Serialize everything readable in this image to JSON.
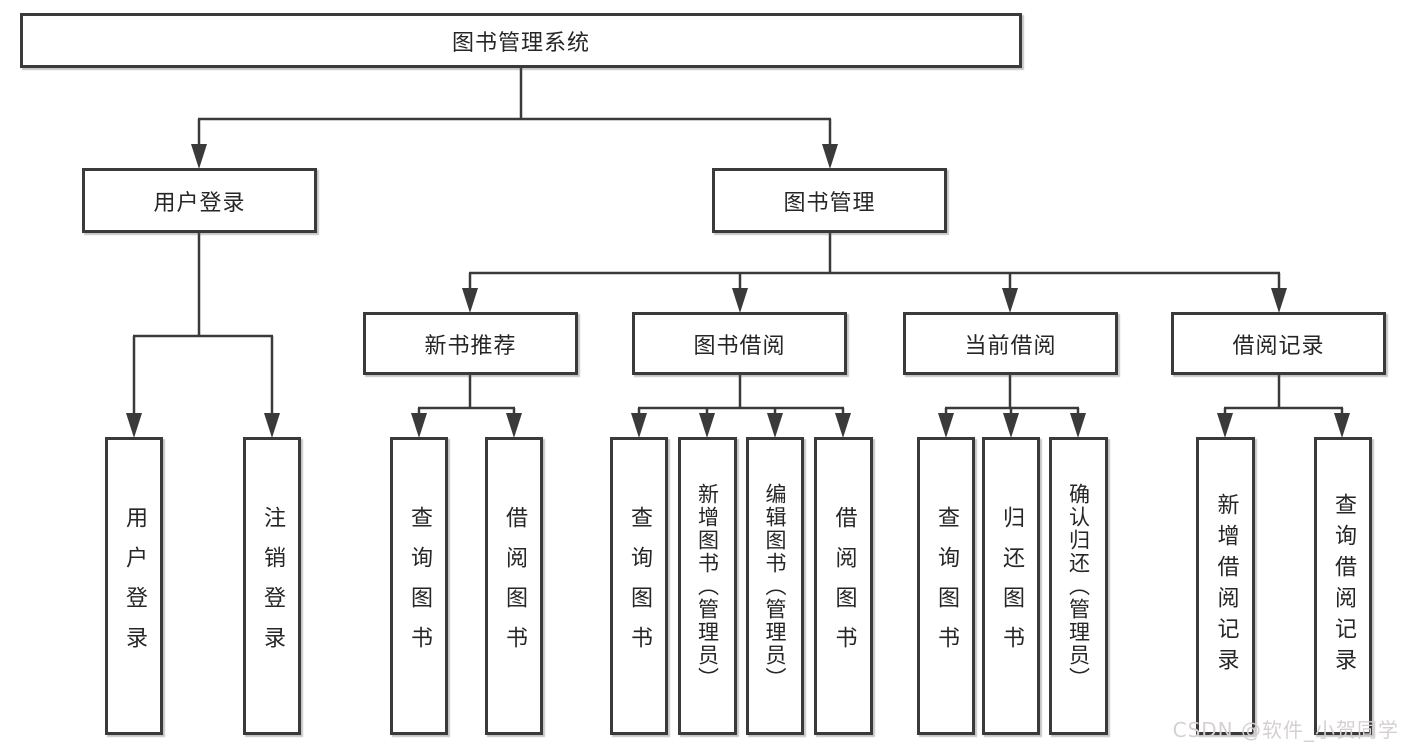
{
  "colors": {
    "background": "#ffffff",
    "line": "#3a3a3a",
    "text": "#262626",
    "box_background": "#ffffff",
    "watermark_text": "#d6d0d0"
  },
  "diagram": {
    "root": {
      "label": "图书管理系统"
    },
    "level2": [
      {
        "label": "用户登录"
      },
      {
        "label": "图书管理"
      }
    ],
    "level3": [
      {
        "label": "新书推荐",
        "parent": "图书管理"
      },
      {
        "label": "图书借阅",
        "parent": "图书管理"
      },
      {
        "label": "当前借阅",
        "parent": "图书管理"
      },
      {
        "label": "借阅记录",
        "parent": "图书管理"
      }
    ],
    "leaves": [
      {
        "label": "用户登录",
        "parent": "用户登录"
      },
      {
        "label": "注销登录",
        "parent": "用户登录"
      },
      {
        "label": "查询图书",
        "parent": "新书推荐"
      },
      {
        "label": "借阅图书",
        "parent": "新书推荐"
      },
      {
        "label": "查询图书",
        "parent": "图书借阅"
      },
      {
        "label": "新增图书（管理员）",
        "parent": "图书借阅"
      },
      {
        "label": "编辑图书（管理员）",
        "parent": "图书借阅"
      },
      {
        "label": "借阅图书",
        "parent": "图书借阅"
      },
      {
        "label": "查询图书",
        "parent": "当前借阅"
      },
      {
        "label": "归还图书",
        "parent": "当前借阅"
      },
      {
        "label": "确认归还（管理员）",
        "parent": "当前借阅"
      },
      {
        "label": "新增借阅记录",
        "parent": "借阅记录"
      },
      {
        "label": "查询借阅记录",
        "parent": "借阅记录"
      }
    ]
  },
  "watermark": {
    "text": "CSDN @软件_小贺同学"
  }
}
